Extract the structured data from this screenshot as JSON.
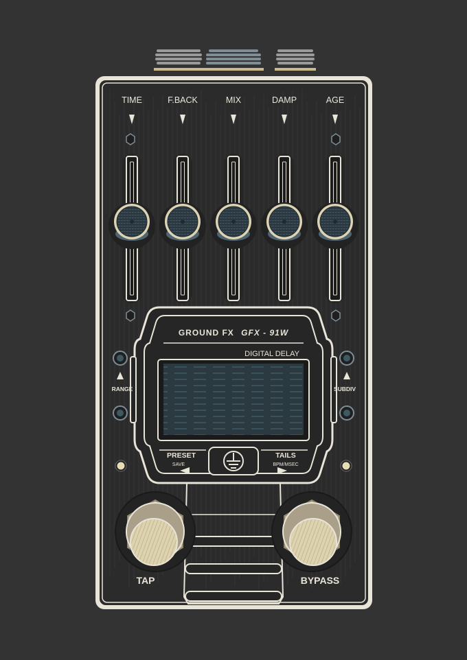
{
  "colors": {
    "background": "#333333",
    "enclosure": "#2b2b2b",
    "trim": "#e8e4d8",
    "knob_ring": "#dcd3b4",
    "knob_face": "#2b3a42",
    "footswitch_cap": "#ddd3b0",
    "screen": "#2a3a40",
    "led": "#e6dcb6"
  },
  "sliders": [
    {
      "label": "TIME",
      "level": 0.5
    },
    {
      "label": "F.BACK",
      "level": 0.5
    },
    {
      "label": "MIX",
      "level": 0.5
    },
    {
      "label": "DAMP",
      "level": 0.5
    },
    {
      "label": "AGE",
      "level": 0.5
    }
  ],
  "display": {
    "brand": "GROUND FX",
    "model": "GFX - 91W",
    "subtitle": "DIGITAL DELAY"
  },
  "left_buttons": {
    "label": "RANGE"
  },
  "right_buttons": {
    "label": "SUBDIV"
  },
  "preset": {
    "label": "PRESET",
    "sub": "SAVE"
  },
  "tails": {
    "label": "TAILS",
    "sub": "BPM/MSEC"
  },
  "footswitches": {
    "left": "TAP",
    "right": "BYPASS"
  },
  "icons": {
    "ground": "ground-symbol-icon",
    "arrow": "triangle-down-icon"
  }
}
